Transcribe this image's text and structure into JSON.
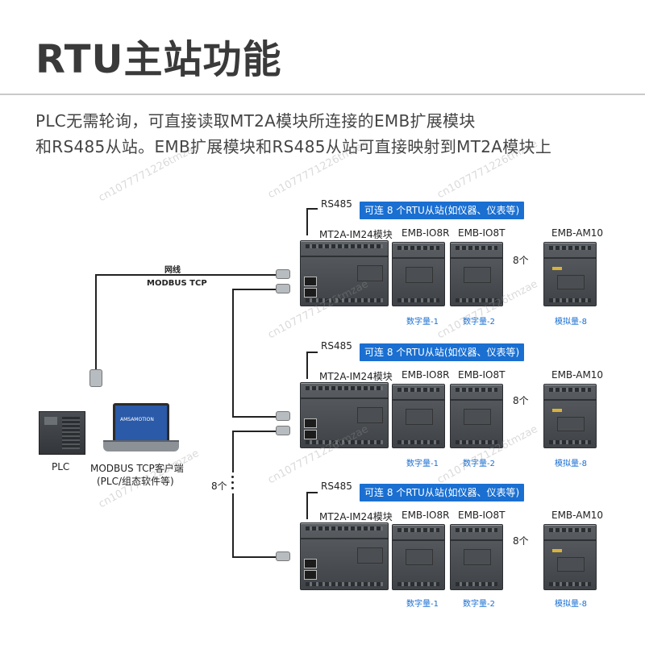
{
  "header": {
    "title": "RTU主站功能",
    "line1": "PLC无需轮询，可直接读取MT2A模块所连接的EMB扩展模块",
    "line2": "和RS485从站。EMB扩展模块和RS485从站可直接映射到MT2A模块上"
  },
  "left": {
    "net_label": "网线",
    "modbus_label": "MODBUS TCP",
    "plc_label": "PLC",
    "client_line1": "MODBUS TCP客户端",
    "client_line2": "(PLC/组态软件等)",
    "screen_text": "AMSAMOTION",
    "count_label": "8个"
  },
  "rows": [
    {
      "rs485": "RS485",
      "banner": "可连 8 个RTU从站(如仪器、仪表等)",
      "m1": "MT2A-IM24模块",
      "m2": "EMB-IO8R",
      "m3": "EMB-IO8T",
      "m4": "EMB-AM10",
      "count": "8个",
      "s1": "数字量-1",
      "s2": "数字量-2",
      "s3": "模拟量-8"
    },
    {
      "rs485": "RS485",
      "banner": "可连 8 个RTU从站(如仪器、仪表等)",
      "m1": "MT2A-IM24模块",
      "m2": "EMB-IO8R",
      "m3": "EMB-IO8T",
      "m4": "EMB-AM10",
      "count": "8个",
      "s1": "数字量-1",
      "s2": "数字量-2",
      "s3": "模拟量-8"
    },
    {
      "rs485": "RS485",
      "banner": "可连 8 个RTU从站(如仪器、仪表等)",
      "m1": "MT2A-IM24模块",
      "m2": "EMB-IO8R",
      "m3": "EMB-IO8T",
      "m4": "EMB-AM10",
      "count": "8个",
      "s1": "数字量-1",
      "s2": "数字量-2",
      "s3": "模拟量-8"
    }
  ],
  "watermark": "cn1077771226tmzae"
}
